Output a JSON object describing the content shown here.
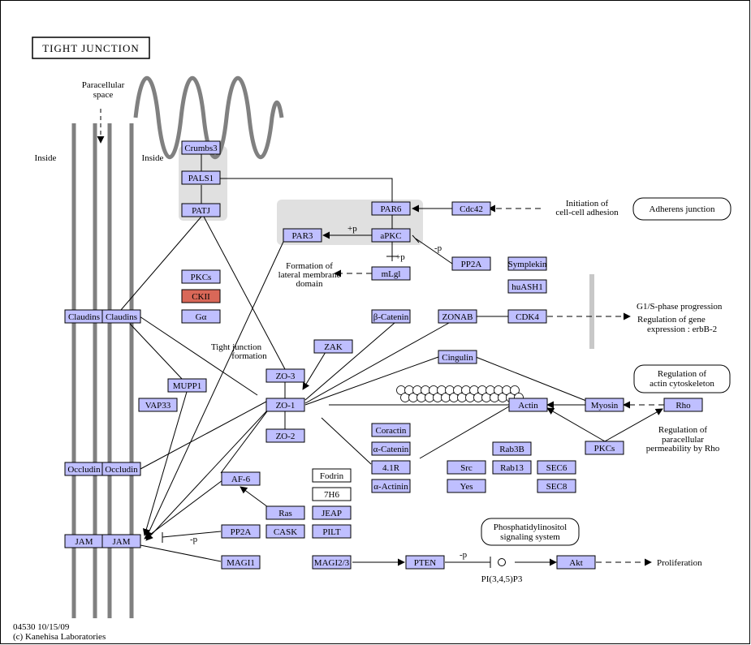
{
  "title": "TIGHT JUNCTION",
  "footer": {
    "map_id": "04530 10/15/09",
    "copyright": "(c) Kanehisa Laboratories"
  },
  "labels": {
    "paracellular": "Paracellular",
    "space": "space",
    "inside_left": "Inside",
    "inside_right": "Inside",
    "tj_formation_1": "Tight junction",
    "tj_formation_2": "formation",
    "lat_mem_1": "Formation of",
    "lat_mem_2": "lateral membrane",
    "lat_mem_3": "domain",
    "init_1": "Initiation of",
    "init_2": "cell-cell adhesion",
    "g1s": "G1/S-phase progression",
    "reg_gene_1": "Regulation of gene",
    "reg_gene_2": "expression : erbB-2",
    "reg_perm_1": "Regulation of",
    "reg_perm_2": "paracellular",
    "reg_perm_3": "permeability by Rho",
    "proliferation": "Proliferation",
    "pip3": "PI(3,4,5)P3",
    "p_pp2a_apkc": "-p",
    "p_apkc_par3": "+p",
    "p_apkc_mlgl": "+p",
    "p_pp2a_jam": "-p",
    "p_pten": "-p"
  },
  "pathway_links": {
    "adherens": "Adherens junction",
    "actin_cyto_1": "Regulation of",
    "actin_cyto_2": "actin cytoskeleton",
    "pi_1": "Phosphatidylinositol",
    "pi_2": "signaling system"
  },
  "colors": {
    "gene": "#bfbfff",
    "highlight": "#d96858",
    "compound_box": "#ffffff",
    "gray_region": "#e0e0e0",
    "membrane": "#808080"
  },
  "nodes": {
    "crumbs3": "Crumbs3",
    "pals1": "PALS1",
    "patj": "PATJ",
    "pkcs_left": "PKCs",
    "ckii": "CKII",
    "galpha": "Gα",
    "claudins_a": "Claudins",
    "claudins_b": "Claudins",
    "occludin_a": "Occludin",
    "occludin_b": "Occludin",
    "jam_a": "JAM",
    "jam_b": "JAM",
    "mupp1": "MUPP1",
    "vap33": "VAP33",
    "par6": "PAR6",
    "apkc": "aPKC",
    "par3": "PAR3",
    "mlgl": "mLgl",
    "cdc42": "Cdc42",
    "pp2a_top": "PP2A",
    "symplekin": "Symplekin",
    "huash1": "huASH1",
    "zo3": "ZO-3",
    "zo1": "ZO-1",
    "zo2": "ZO-2",
    "zak": "ZAK",
    "bcatenin": "β-Catenin",
    "zonab": "ZONAB",
    "cdk4": "CDK4",
    "cingulin": "Cingulin",
    "actin": "Actin",
    "myosin": "Myosin",
    "rho": "Rho",
    "pkcs_right": "PKCs",
    "coractin": "Coractin",
    "acatenin": "α-Catenin",
    "r41": "4.1R",
    "aactinin": "α-Actinin",
    "src": "Src",
    "yes": "Yes",
    "rab3b": "Rab3B",
    "rab13": "Rab13",
    "sec6": "SEC6",
    "sec8": "SEC8",
    "af6": "AF-6",
    "ras": "Ras",
    "fodrin": "Fodrin",
    "h7h6": "7H6",
    "jeap": "JEAP",
    "cask": "CASK",
    "pilt": "PILT",
    "pp2a_bottom": "PP2A",
    "magi1": "MAGI1",
    "magi23": "MAGI2/3",
    "pten": "PTEN",
    "akt": "Akt"
  }
}
